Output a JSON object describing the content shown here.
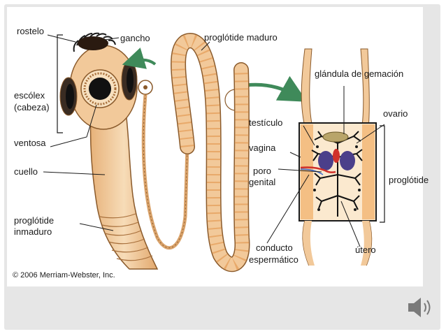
{
  "diagram": {
    "labels": {
      "rostelo": "rostelo",
      "gancho": "gancho",
      "proglotide_maduro": "proglótide maduro",
      "escolex": "escólex",
      "cabeza": "(cabeza)",
      "ventosa": "ventosa",
      "cuello": "cuello",
      "proglotide_inmaduro_1": "proglótide",
      "proglotide_inmaduro_2": "inmaduro",
      "glandula": "glándula de gemación",
      "testiculo": "testículo",
      "ovario": "ovario",
      "vagina": "vagina",
      "poro": "poro",
      "genital": "genital",
      "proglotide": "proglótide",
      "conducto": "conducto",
      "espermatico": "espermático",
      "utero": "útero"
    },
    "credit": "© 2006 Merriam-Webster, Inc."
  },
  "colors": {
    "worm_body": "#f2c99a",
    "worm_outline": "#8a5a2b",
    "segment_dark": "#e8a96a",
    "arrow_green": "#3f8a5a",
    "ovary_purple": "#4b3f8a",
    "duct_red": "#d0302a",
    "slide_gray": "#e6e6e6"
  },
  "icons": {
    "sound": "speaker-icon"
  }
}
